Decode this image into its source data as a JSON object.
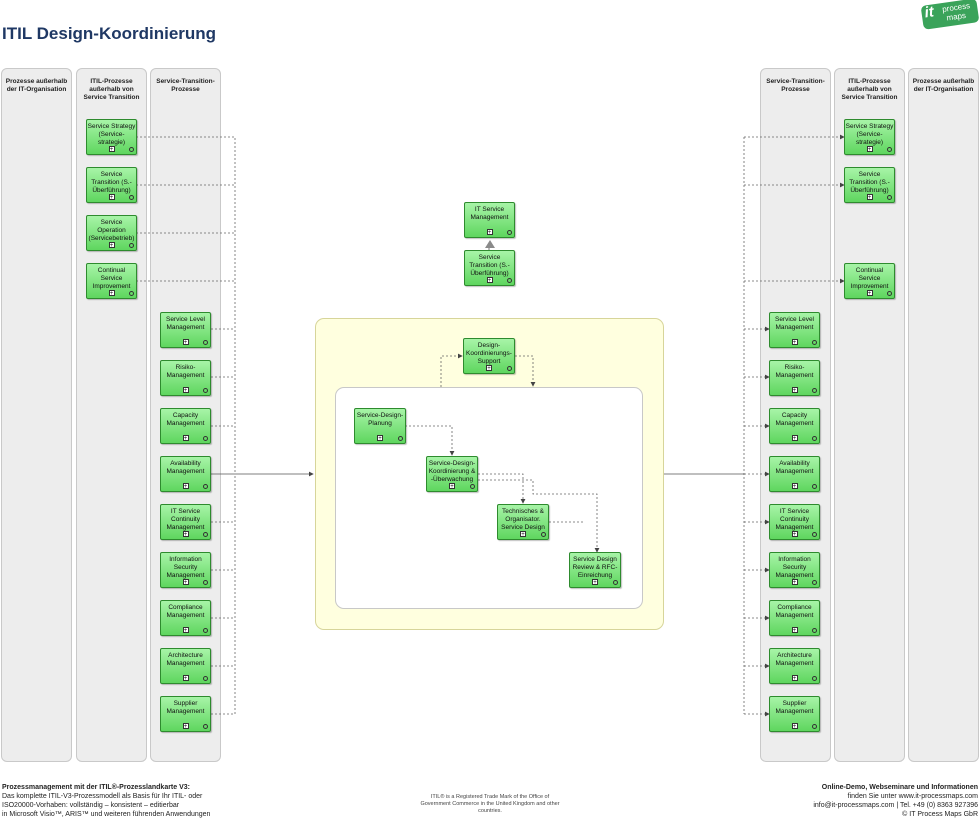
{
  "page": {
    "title": "ITIL Design-Koordinierung",
    "logo": {
      "it": "it",
      "word1": "process",
      "word2": "maps"
    }
  },
  "lanes": {
    "left_outer": "Prozesse außerhalb\nder IT-Organisation",
    "left_itil": "ITIL-Prozesse\naußerhalb von\nService Transition",
    "left_st": "Service-Transition-\nProzesse",
    "right_st": "Service-Transition-\nProzesse",
    "right_itil": "ITIL-Prozesse\naußerhalb von\nService Transition",
    "right_outer": "Prozesse außerhalb\nder IT-Organisation"
  },
  "left_itil_boxes": [
    "Service Strategy\n(Service-\nstrategie)",
    "Service\nTransition (S.-\nÜberführung)",
    "Service\nOperation\n(Servicebetrieb)",
    "Continual\nService\nImprovement"
  ],
  "left_st_boxes": [
    "Service Level\nManagement",
    "Risiko-\nManagement",
    "Capacity\nManagement",
    "Availability\nManagement",
    "IT Service\nContinuity\nManagement",
    "Information\nSecurity\nManagement",
    "Compliance\nManagement",
    "Architecture\nManagement",
    "Supplier\nManagement"
  ],
  "right_itil_boxes": [
    "Service Strategy\n(Service-\nstrategie)",
    "Service\nTransition (S.-\nÜberführung)",
    "Continual\nService\nImprovement"
  ],
  "right_st_boxes": [
    "Service Level\nManagement",
    "Risiko-\nManagement",
    "Capacity\nManagement",
    "Availability\nManagement",
    "IT Service\nContinuity\nManagement",
    "Information\nSecurity\nManagement",
    "Compliance\nManagement",
    "Architecture\nManagement",
    "Supplier\nManagement"
  ],
  "center": {
    "parent": "IT Service\nManagement",
    "child": "Service\nTransition (S.-\nÜberführung)",
    "support": "Design-\nKoordinierungs-\nSupport",
    "planung": "Service-Design-\nPlanung",
    "koordinierung": "Service-Design-\nKoordinierung &\n-Überwachung",
    "technisch": "Technisches &\nOrganisator.\nService Design",
    "review": "Service Design\nReview & RFC-\nEinreichung"
  },
  "footer": {
    "left_heading": "Prozessmanagement mit der ITIL®-Prozesslandkarte V3:",
    "left_line1": "Das komplette ITIL-V3-Prozessmodell als Basis für Ihr ITIL- oder",
    "left_line2": "ISO20000-Vorhaben: vollständig – konsistent – editierbar",
    "left_line3": "in Microsoft Visio™, ARIS™ und weiteren führenden Anwendungen",
    "mid_text": "ITIL® is a Registered Trade Mark of the Office of Government Commerce in the United Kingdom and other countries.",
    "right_heading": "Online-Demo, Webseminare und Informationen",
    "right_line1": "finden Sie unter www.it-processmaps.com",
    "right_line2": "info@it-processmaps.com | Tel. +49 (0) 8363 927396",
    "right_line3": "© IT Process Maps GbR"
  },
  "colors": {
    "title": "#1f3864",
    "box_fill": "#7ee37e",
    "frame_fill": "#ffffdf",
    "lane_fill": "#ededed",
    "logo": "#3aa35a"
  }
}
